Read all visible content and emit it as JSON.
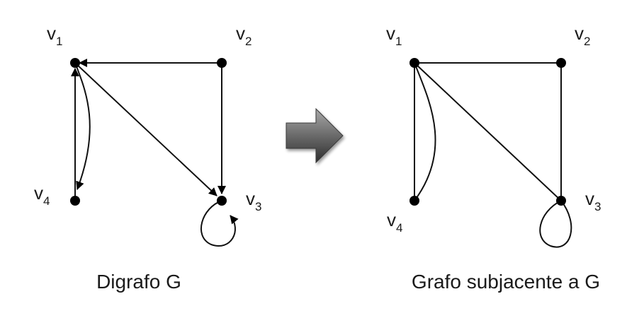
{
  "digraph": {
    "caption": "Digrafo G",
    "vertices": [
      {
        "id": "v1",
        "base": "v",
        "sub": "1"
      },
      {
        "id": "v2",
        "base": "v",
        "sub": "2"
      },
      {
        "id": "v3",
        "base": "v",
        "sub": "3"
      },
      {
        "id": "v4",
        "base": "v",
        "sub": "4"
      }
    ],
    "arcs": [
      {
        "from": "v2",
        "to": "v1"
      },
      {
        "from": "v2",
        "to": "v3"
      },
      {
        "from": "v1",
        "to": "v3"
      },
      {
        "from": "v4",
        "to": "v1"
      },
      {
        "from": "v1",
        "to": "v4"
      },
      {
        "from": "v3",
        "to": "v3"
      }
    ]
  },
  "underlying_graph": {
    "caption": "Grafo subjacente a G",
    "vertices": [
      {
        "id": "v1",
        "base": "v",
        "sub": "1"
      },
      {
        "id": "v2",
        "base": "v",
        "sub": "2"
      },
      {
        "id": "v3",
        "base": "v",
        "sub": "3"
      },
      {
        "id": "v4",
        "base": "v",
        "sub": "4"
      }
    ],
    "edges": [
      {
        "a": "v1",
        "b": "v2"
      },
      {
        "a": "v2",
        "b": "v3"
      },
      {
        "a": "v1",
        "b": "v3"
      },
      {
        "a": "v1",
        "b": "v4"
      },
      {
        "a": "v1",
        "b": "v4"
      },
      {
        "a": "v3",
        "b": "v3"
      }
    ]
  },
  "colors": {
    "ink": "#111111",
    "arrow_light": "#9a9a9a",
    "arrow_dark": "#2e2e2e"
  }
}
